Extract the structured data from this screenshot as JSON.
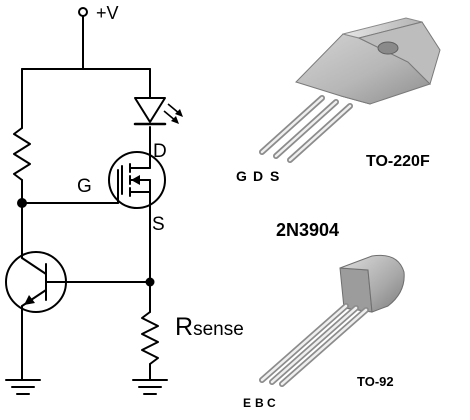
{
  "schematic": {
    "supply_label": "+V",
    "mosfet": {
      "gate_label": "G",
      "drain_label": "D",
      "source_label": "S"
    },
    "sense_resistor": {
      "label_main": "R",
      "label_sub": "sense"
    }
  },
  "packages": {
    "mosfet_package": {
      "name": "TO-220F",
      "pins": [
        "G",
        "D",
        "S"
      ]
    },
    "bjt_part_number": "2N3904",
    "bjt_package": {
      "name": "TO-92",
      "pins": [
        "E",
        "B",
        "C"
      ]
    }
  }
}
